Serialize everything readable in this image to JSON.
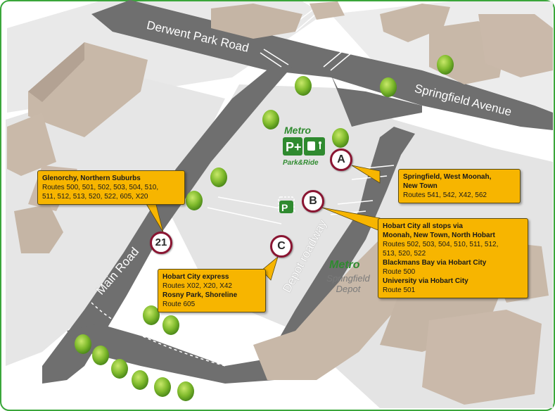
{
  "roads": {
    "derwent_park_road": "Derwent Park Road",
    "springfield_avenue": "Springfield Avenue",
    "main_road": "Main Road",
    "depot_roadway": "Depot roadway"
  },
  "stops": {
    "a": "A",
    "b": "B",
    "c": "C",
    "s21": "21"
  },
  "callouts": {
    "stop21": {
      "title": "Glenorchy, Northern Suburbs",
      "lines": [
        "Routes 500, 501, 502, 503, 504, 510,",
        "511, 512, 513, 520, 522, 605, X20"
      ]
    },
    "stopA": {
      "title_lines": [
        "Springfield, West Moonah,",
        "New Town"
      ],
      "routes": "Routes 541, 542, X42, 562"
    },
    "stopB": {
      "title_lines": [
        "Hobart City all stops via",
        "Moonah, New Town, North Hobart"
      ],
      "routes_lines": [
        "Routes 502, 503, 504, 510, 511, 512,",
        "513, 520, 522"
      ],
      "title2": "Blackmans Bay via Hobart City",
      "routes2": "Route 500",
      "title3": "University via Hobart City",
      "routes3": "Route 501"
    },
    "stopC": {
      "title": "Hobart City express",
      "routes": "Routes X02, X20, X42",
      "title2": "Rosny Park, Shoreline",
      "routes2": "Route 605"
    }
  },
  "park_ride": {
    "brand": "Metro",
    "label": "Park&Ride"
  },
  "depot": {
    "brand": "Metro",
    "name_line1": "Springfield",
    "name_line2": "Depot"
  },
  "colors": {
    "callout": "#f7b500",
    "stop_ring": "#8a1532",
    "metro_green": "#2f8a2f",
    "border": "#3aa63a"
  }
}
